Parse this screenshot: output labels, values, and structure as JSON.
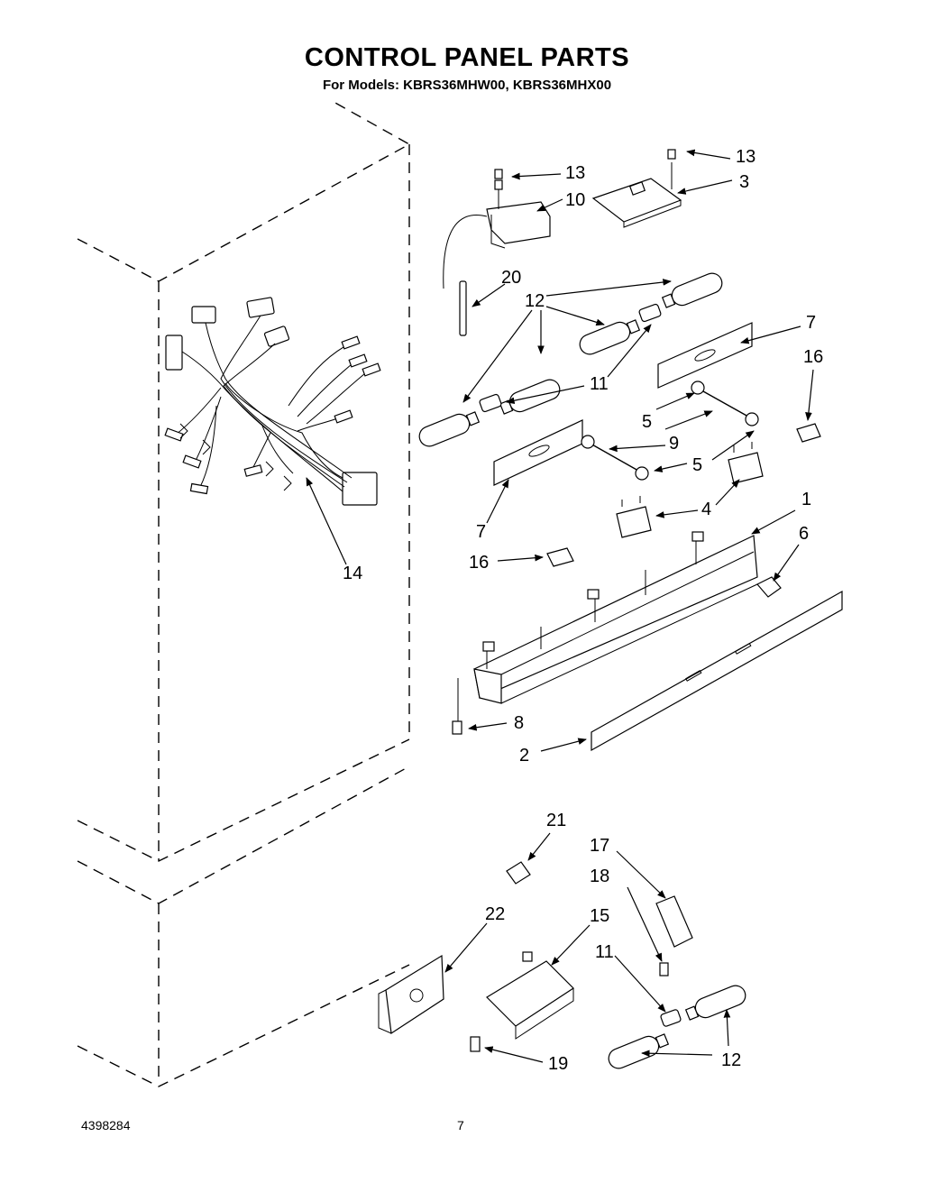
{
  "header": {
    "title": "CONTROL PANEL PARTS",
    "subtitle": "For Models: KBRS36MHW00, KBRS36MHX00"
  },
  "footer": {
    "doc_number": "4398284",
    "page_number": "7"
  },
  "callouts": {
    "c1": "1",
    "c2": "2",
    "c3": "3",
    "c4": "4",
    "c5a": "5",
    "c5b": "5",
    "c6": "6",
    "c7a": "7",
    "c7b": "7",
    "c8": "8",
    "c9": "9",
    "c10": "10",
    "c11a": "11",
    "c11b": "11",
    "c12a": "12",
    "c12b": "12",
    "c13a": "13",
    "c13b": "13",
    "c14": "14",
    "c15": "15",
    "c16a": "16",
    "c16b": "16",
    "c17": "17",
    "c18": "18",
    "c19": "19",
    "c20": "20",
    "c21": "21",
    "c22": "22"
  }
}
